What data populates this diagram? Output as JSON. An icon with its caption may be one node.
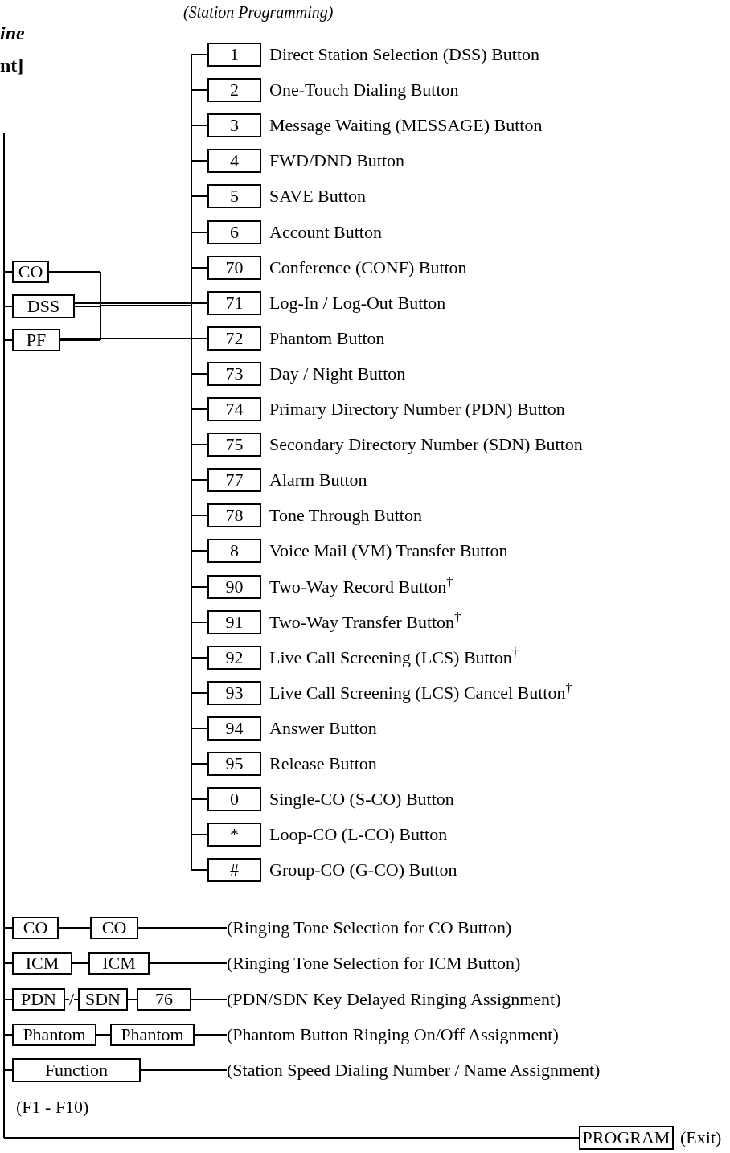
{
  "diagram": {
    "nodes": [
      {
        "text": [
          "1"
        ],
        "beside": [
          "Direct Station Selection (DSS) Button"
        ]
      },
      {
        "text": [
          "2"
        ],
        "beside": [
          "One-Touch Dialing Button"
        ]
      },
      {
        "text": [
          "3"
        ],
        "beside": [
          "Message Waiting (MESSAGE) Button"
        ]
      },
      {
        "text": [
          "4"
        ],
        "beside": [
          "FWD/DND Button"
        ]
      },
      {
        "text": [
          "5"
        ],
        "beside": [
          "SAVE Button"
        ]
      },
      {
        "text": [
          "6"
        ],
        "beside": [
          "Account Button"
        ]
      },
      {
        "text": [
          "70"
        ],
        "beside": [
          "Conference (CONF) Button"
        ]
      },
      {
        "text": [
          "71"
        ],
        "beside": [
          "Log-In / Log-Out Button"
        ]
      },
      {
        "text": [
          "72"
        ],
        "beside": [
          "Phantom Button"
        ]
      },
      {
        "text": [
          "73"
        ],
        "beside": [
          "Day / Night Button"
        ]
      },
      {
        "text": [
          "74"
        ],
        "beside": [
          "Primary Directory Number (PDN) Button"
        ]
      },
      {
        "text": [
          "75"
        ],
        "beside": [
          "Secondary Directory Number (SDN) Button"
        ]
      },
      {
        "text": [
          "77"
        ],
        "beside": [
          "Alarm Button"
        ]
      },
      {
        "text": [
          "78"
        ],
        "beside": [
          "Tone Through Button"
        ]
      },
      {
        "text": [
          "8"
        ],
        "beside": [
          "Voice Mail (VM) Transfer Button"
        ]
      },
      {
        "text": [
          "90"
        ],
        "beside": [
          "Two-Way Record Button$^{†}$"
        ]
      },
      {
        "text": [
          "91"
        ],
        "beside": [
          "Two-Way Transfer Button$^{†}$"
        ]
      },
      {
        "text": [
          "92"
        ],
        "beside": [
          "Live Call Screening (LCS) Button$^{†}$"
        ]
      },
      {
        "text": [
          "93"
        ],
        "beside": [
          "Live Call Screening (LCS) Cancel Button$^{†}$"
        ]
      },
      {
        "text": [
          "94"
        ],
        "beside": [
          "Answer Button"
        ]
      },
      {
        "text": [
          "95"
        ],
        "beside": [
          "Release Button"
        ]
      },
      {
        "text": [
          "0"
        ],
        "beside": [
          "Single-CO (S-CO) Button"
        ]
      },
      {
        "text": [
          "*"
        ],
        "beside": [
          "Loop-CO (L-CO) Button"
        ]
      },
      {
        "text": [
          "#"
        ],
        "beside": [
          "Group-CO (G-CO) Button"
        ]
      },
      {
        "text": [
          "CO"
        ]
      },
      {
        "text": [
          "DSS"
        ]
      },
      {
        "text": [
          "PF"
        ]
      },
      {
        "text": [
          "CO"
        ]
      },
      {
        "text": [
          "CO"
        ]
      },
      {
        "text": [
          "ICM"
        ]
      },
      {
        "text": [
          "ICM"
        ]
      },
      {
        "text": [
          "PDN"
        ]
      },
      {
        "text": [
          "SDN"
        ]
      },
      {
        "text": [
          "76"
        ]
      },
      {
        "text": [
          "Phantom"
        ]
      },
      {
        "text": [
          "Phantom"
        ]
      },
      {
        "text": [
          "Function"
        ],
        "beside": [
          "(F1 - F10)"
        ]
      },
      {
        "text": [
          "PROGRAM"
        ],
        "beside": [
          "(Exit)"
        ]
      },
      {
        "text": [
          "(Ringing Tone Selection for CO Button)"
        ]
      },
      {
        "text": [
          "(Ringing Tone Selection for ICM Button)"
        ]
      },
      {
        "text": [
          "(PDN/SDN Key Delayed Ringing Assignment)"
        ]
      },
      {
        "text": [
          "(Phantom Button Ringing On/Off Assignment)"
        ]
      },
      {
        "text": [
          "(Station Speed Dialing Number / Name Assignment)"
        ]
      }
    ],
    "edges": [
      {
        "from": null,
        "to": 24,
        "arrow": "none"
      },
      {
        "from": null,
        "to": 25,
        "arrow": "none"
      },
      {
        "from": null,
        "to": 26,
        "arrow": "none"
      },
      {
        "from": null,
        "to": 27,
        "arrow": "none"
      },
      {
        "from": null,
        "to": 29,
        "arrow": "none"
      },
      {
        "from": null,
        "to": 31,
        "arrow": "none"
      },
      {
        "from": null,
        "to": 34,
        "arrow": "none"
      },
      {
        "from": null,
        "to": 36,
        "arrow": "none"
      },
      {
        "from": null,
        "to": 37,
        "arrow": "none"
      },
      {
        "from": 24,
        "to": 0,
        "arrow": "none"
      },
      {
        "from": 24,
        "to": 1,
        "arrow": "none"
      },
      {
        "from": 24,
        "to": 2,
        "arrow": "none"
      },
      {
        "from": 24,
        "to": 3,
        "arrow": "none"
      },
      {
        "from": 24,
        "to": 4,
        "arrow": "none"
      },
      {
        "from": 24,
        "to": 5,
        "arrow": "none"
      },
      {
        "from": 24,
        "to": 6,
        "arrow": "none"
      },
      {
        "from": 24,
        "to": 7,
        "arrow": "none"
      },
      {
        "from": 24,
        "to": 8,
        "arrow": "none"
      },
      {
        "from": 24,
        "to": 9,
        "arrow": "none"
      },
      {
        "from": 24,
        "to": 10,
        "arrow": "none"
      },
      {
        "from": 24,
        "to": 11,
        "arrow": "none"
      },
      {
        "from": 24,
        "to": 12,
        "arrow": "none"
      },
      {
        "from": 24,
        "to": 13,
        "arrow": "none"
      },
      {
        "from": 24,
        "to": 14,
        "arrow": "none"
      },
      {
        "from": 24,
        "to": 15,
        "arrow": "none"
      },
      {
        "from": 24,
        "to": 16,
        "arrow": "none"
      },
      {
        "from": 24,
        "to": 17,
        "arrow": "none"
      },
      {
        "from": 24,
        "to": 18,
        "arrow": "none"
      },
      {
        "from": 24,
        "to": 19,
        "arrow": "none"
      },
      {
        "from": 24,
        "to": 20,
        "arrow": "none"
      },
      {
        "from": 24,
        "to": 21,
        "arrow": "none"
      },
      {
        "from": 24,
        "to": 22,
        "arrow": "none"
      },
      {
        "from": 24,
        "to": 23,
        "arrow": "none"
      },
      {
        "from": 25,
        "to": 0,
        "arrow": "none"
      },
      {
        "from": 25,
        "to": 1,
        "arrow": "none"
      },
      {
        "from": 25,
        "to": 2,
        "arrow": "none"
      },
      {
        "from": 25,
        "to": 3,
        "arrow": "none"
      },
      {
        "from": 25,
        "to": 4,
        "arrow": "none"
      },
      {
        "from": 25,
        "to": 5,
        "arrow": "none"
      },
      {
        "from": 25,
        "to": 6,
        "arrow": "none"
      },
      {
        "from": 25,
        "to": 7,
        "arrow": "none"
      },
      {
        "from": 25,
        "to": 8,
        "arrow": "none"
      },
      {
        "from": 25,
        "to": 9,
        "arrow": "none"
      },
      {
        "from": 25,
        "to": 10,
        "arrow": "none"
      },
      {
        "from": 25,
        "to": 11,
        "arrow": "none"
      },
      {
        "from": 25,
        "to": 12,
        "arrow": "none"
      },
      {
        "from": 25,
        "to": 13,
        "arrow": "none"
      },
      {
        "from": 25,
        "to": 14,
        "arrow": "none"
      },
      {
        "from": 25,
        "to": 15,
        "arrow": "none"
      },
      {
        "from": 25,
        "to": 16,
        "arrow": "none"
      },
      {
        "from": 25,
        "to": 17,
        "arrow": "none"
      },
      {
        "from": 25,
        "to": 18,
        "arrow": "none"
      },
      {
        "from": 25,
        "to": 19,
        "arrow": "none"
      },
      {
        "from": 25,
        "to": 20,
        "arrow": "none"
      },
      {
        "from": 25,
        "to": 21,
        "arrow": "none"
      },
      {
        "from": 25,
        "to": 22,
        "arrow": "none"
      },
      {
        "from": 25,
        "to": 23,
        "arrow": "none"
      },
      {
        "from": 26,
        "to": 0,
        "arrow": "none"
      },
      {
        "from": 26,
        "to": 1,
        "arrow": "none"
      },
      {
        "from": 26,
        "to": 2,
        "arrow": "none"
      },
      {
        "from": 26,
        "to": 3,
        "arrow": "none"
      },
      {
        "from": 26,
        "to": 4,
        "arrow": "none"
      },
      {
        "from": 26,
        "to": 5,
        "arrow": "none"
      },
      {
        "from": 26,
        "to": 6,
        "arrow": "none"
      },
      {
        "from": 26,
        "to": 7,
        "arrow": "none"
      },
      {
        "from": 26,
        "to": 8,
        "arrow": "none"
      },
      {
        "from": 26,
        "to": 9,
        "arrow": "none"
      },
      {
        "from": 26,
        "to": 10,
        "arrow": "none"
      },
      {
        "from": 26,
        "to": 11,
        "arrow": "none"
      },
      {
        "from": 26,
        "to": 12,
        "arrow": "none"
      },
      {
        "from": 26,
        "to": 13,
        "arrow": "none"
      },
      {
        "from": 26,
        "to": 14,
        "arrow": "none"
      },
      {
        "from": 26,
        "to": 15,
        "arrow": "none"
      },
      {
        "from": 26,
        "to": 16,
        "arrow": "none"
      },
      {
        "from": 26,
        "to": 17,
        "arrow": "none"
      },
      {
        "from": 26,
        "to": 18,
        "arrow": "none"
      },
      {
        "from": 26,
        "to": 19,
        "arrow": "none"
      },
      {
        "from": 26,
        "to": 20,
        "arrow": "none"
      },
      {
        "from": 26,
        "to": 21,
        "arrow": "none"
      },
      {
        "from": 26,
        "to": 22,
        "arrow": "none"
      },
      {
        "from": 26,
        "to": 23,
        "arrow": "none"
      },
      {
        "from": 27,
        "to": 28,
        "arrow": "none"
      },
      {
        "from": 28,
        "to": 38,
        "arrow": "none"
      },
      {
        "from": 29,
        "to": 30,
        "arrow": "none"
      },
      {
        "from": 30,
        "to": 39,
        "arrow": "none"
      },
      {
        "from": 31,
        "to": 32,
        "arrow": "none",
        "label": "/"
      },
      {
        "from": 32,
        "to": 33,
        "arrow": "none"
      },
      {
        "from": 33,
        "to": 40,
        "arrow": "none"
      },
      {
        "from": 34,
        "to": 35,
        "arrow": "none"
      },
      {
        "from": 35,
        "to": 41,
        "arrow": "none"
      },
      {
        "from": 36,
        "to": 42,
        "arrow": "none"
      }
    ],
    "labels": [
      "ine",
      "nt]",
      "(Station Programming)"
    ]
  }
}
